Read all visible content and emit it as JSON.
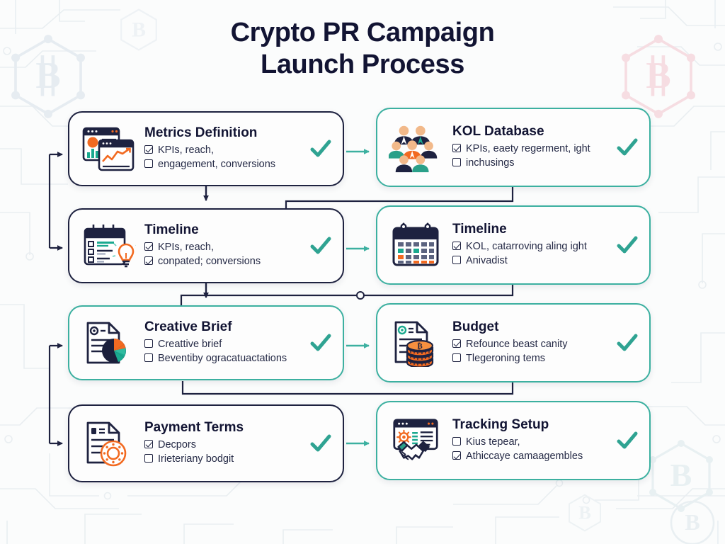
{
  "title": {
    "line1": "Crypto PR Campaign",
    "line2": "Launch Process"
  },
  "colors": {
    "navy": "#1e2240",
    "teal": "#3cb0a0",
    "orange": "#f26a21",
    "check": "#2fa392",
    "background": "#fbfcfc",
    "card_background": "#fdfdfd",
    "text": "#121433",
    "bitcoin_watermark_pink": "#f6dde2",
    "bitcoin_watermark_blue": "#e8edf2"
  },
  "cards": [
    {
      "id": "metrics-definition",
      "title": "Metrics Definition",
      "icon": "dashboard-charts-icon",
      "border": "navy",
      "check_icon": "check-mark-icon",
      "items": [
        {
          "label": "KPIs, reach,",
          "checked": true
        },
        {
          "label": "engagement, conversions",
          "checked": false
        }
      ]
    },
    {
      "id": "kol-database",
      "title": "KOL Database",
      "icon": "people-group-icon",
      "border": "teal",
      "check_icon": "check-mark-icon",
      "items": [
        {
          "label": "KPIs, eaety regerment, ight",
          "checked": true
        },
        {
          "label": "inchusings",
          "checked": false
        }
      ]
    },
    {
      "id": "timeline-left",
      "title": "Timeline",
      "icon": "checklist-lightbulb-icon",
      "border": "navy",
      "check_icon": "check-mark-icon",
      "items": [
        {
          "label": "KPIs, reach,",
          "checked": true
        },
        {
          "label": "conpated; conversions",
          "checked": true
        }
      ]
    },
    {
      "id": "timeline-right",
      "title": "Timeline",
      "icon": "calendar-icon",
      "border": "teal",
      "check_icon": "check-mark-icon",
      "items": [
        {
          "label": "KOL, catarroving aling ight",
          "checked": true
        },
        {
          "label": "Anivadist",
          "checked": false
        }
      ]
    },
    {
      "id": "creative-brief",
      "title": "Creative Brief",
      "icon": "document-piechart-icon",
      "border": "teal",
      "check_icon": "check-mark-icon",
      "items": [
        {
          "label": "Creattive brief",
          "checked": false
        },
        {
          "label": "Beventiby ogracatuactations",
          "checked": false
        }
      ]
    },
    {
      "id": "budget",
      "title": "Budget",
      "icon": "document-coins-icon",
      "border": "teal",
      "check_icon": "check-mark-icon",
      "items": [
        {
          "label": "Refounce beast canity",
          "checked": true
        },
        {
          "label": "Tlegeroning tems",
          "checked": false
        }
      ]
    },
    {
      "id": "payment-terms",
      "title": "Payment Terms",
      "icon": "document-gear-icon",
      "border": "navy",
      "check_icon": "check-mark-icon",
      "items": [
        {
          "label": "Decpors",
          "checked": true
        },
        {
          "label": "Irieteriany bodgit",
          "checked": false
        }
      ]
    },
    {
      "id": "tracking-setup",
      "title": "Tracking Setup",
      "icon": "browser-handshake-icon",
      "border": "teal",
      "check_icon": "check-mark-icon",
      "items": [
        {
          "label": "Kius tepear,",
          "checked": false
        },
        {
          "label": "Athiccaye camaagembles",
          "checked": true
        }
      ]
    }
  ],
  "connectors": [
    {
      "name": "left-rail-to-metrics",
      "style": "navy-arrow"
    },
    {
      "name": "left-rail-to-timeline",
      "style": "navy-arrow"
    },
    {
      "name": "metrics-down-to-timeline",
      "style": "navy-arrow"
    },
    {
      "name": "timeline-down-to-creative-brief",
      "style": "navy-arrow"
    },
    {
      "name": "left-rail-to-payment-terms",
      "style": "navy-arrow"
    },
    {
      "name": "metrics-to-kol",
      "style": "teal-arrow"
    },
    {
      "name": "timeline-to-timeline",
      "style": "teal-arrow"
    },
    {
      "name": "creative-brief-to-budget",
      "style": "teal-arrow"
    },
    {
      "name": "payment-terms-to-tracking",
      "style": "teal-arrow"
    },
    {
      "name": "kol-feedback-bus",
      "style": "navy-line"
    },
    {
      "name": "timeline-feedback-bus-with-hop",
      "style": "navy-line-hop"
    },
    {
      "name": "budget-feedback-bus",
      "style": "navy-line"
    }
  ],
  "background_decor": {
    "bitcoin_hexagons": 5,
    "circuit_traces": true
  }
}
